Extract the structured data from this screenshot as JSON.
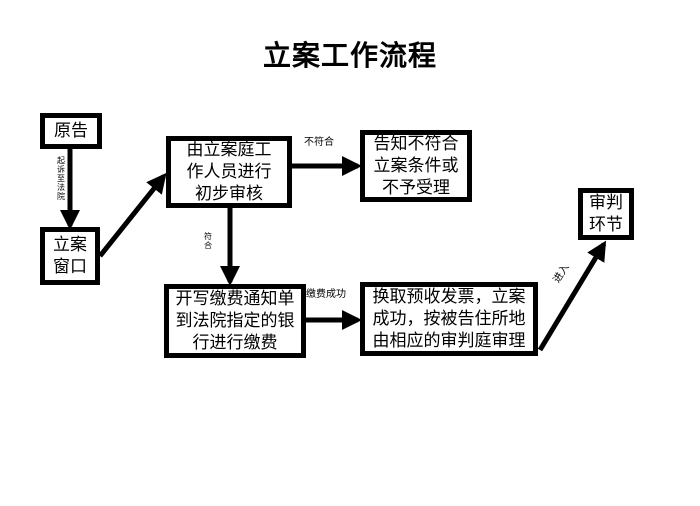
{
  "title": "立案工作流程",
  "nodes": {
    "plaintiff": "原告",
    "window": "立案\n窗口",
    "review": "由立案庭工\n作人员进行\n初步审核",
    "reject": "告知不符合\n立案条件或\n不予受理",
    "payment": "开写缴费通知单\n到法院指定的银\n行进行缴费",
    "invoice": "换取预收发票，立案\n成功，按被告住所地\n由相应的审判庭审理",
    "trial": "审判\n环节"
  },
  "edges": {
    "plaintiff_to_window": "起诉至法院",
    "review_to_reject": "不符合",
    "review_to_payment": "符合",
    "payment_to_invoice": "缴费成功",
    "invoice_to_trial": "进入"
  }
}
